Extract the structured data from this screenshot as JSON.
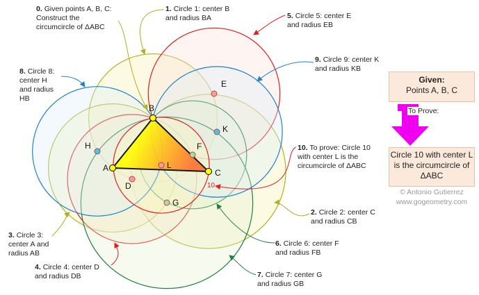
{
  "steps": [
    {
      "num": "0.",
      "text": "Given points A, B, C: Construct the circumcircle of ΔABC"
    },
    {
      "num": "1.",
      "text": "Circle 1: center B and radius BA"
    },
    {
      "num": "2.",
      "text": "Circle 2: center C and radius CB"
    },
    {
      "num": "3.",
      "text": "Circle 3: center A and radius AB"
    },
    {
      "num": "4.",
      "text": "Circle 4: center D and radius DB"
    },
    {
      "num": "5.",
      "text": "Circle 5: center E and radius EB"
    },
    {
      "num": "6.",
      "text": "Circle 6: center F and radius FB"
    },
    {
      "num": "7.",
      "text": "Circle 7: center G and radius GB"
    },
    {
      "num": "8.",
      "text": "Circle 8: center H and radius HB"
    },
    {
      "num": "9.",
      "text": "Circle 9: center K and radius KB"
    },
    {
      "num": "10.",
      "text": "To prove: Circle 10 with center L is the circumcircle of ΔABC"
    }
  ],
  "points": {
    "A": "A",
    "B": "B",
    "C": "C",
    "D": "D",
    "E": "E",
    "F": "F",
    "G": "G",
    "H": "H",
    "K": "K",
    "L": "L",
    "ten": "10"
  },
  "flow": {
    "given_title": "Given:",
    "given_text": "Points A, B, C",
    "arrow_label": "To Prove:",
    "prove_text": "Circle 10 with center L is the circumcircle of ΔABC"
  },
  "credit": {
    "author": "© Antonio Gutierrez",
    "site": "www.gogeometry.com"
  },
  "colors": {
    "red": "#e02020",
    "olive": "#b0b020",
    "green": "#208040",
    "blue": "#2080d0",
    "magenta": "#f000f0"
  }
}
